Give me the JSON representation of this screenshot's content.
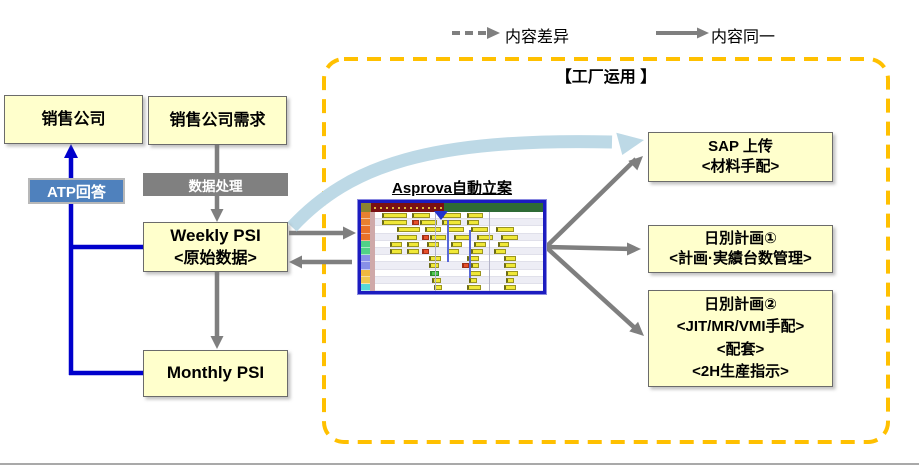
{
  "legend": {
    "dashed_label": "内容差异",
    "solid_label": "内容同一"
  },
  "factory_frame": {
    "title": "【工厂运用 】"
  },
  "left_flow": {
    "sales_company": "销售公司",
    "sales_demand": "销售公司需求",
    "atp_reply": "ATP回答",
    "data_processing": "数据处理",
    "weekly_psi": {
      "line1": "Weekly PSI",
      "line2": "<原始数据>"
    },
    "monthly_psi": "Monthly PSI"
  },
  "asprova": {
    "label": "Asprova自動立案",
    "gantt": {
      "header_stub_color": "#8a8530",
      "header_left_color": "#7a1013",
      "header_right_color": "#2e6b35",
      "label_colors": [
        "#e88030",
        "#e88030",
        "#e87028",
        "#e87028",
        "#50d288",
        "#50d288",
        "#8890e8",
        "#8890e8",
        "#f0b840",
        "#f0c850",
        "#58d8d8"
      ],
      "row_count": 11,
      "grid_x": [
        36,
        68
      ],
      "bars": [
        [
          0,
          4,
          15,
          "y"
        ],
        [
          0,
          22,
          11,
          "y"
        ],
        [
          0,
          40,
          11,
          "y"
        ],
        [
          0,
          55,
          9,
          "y"
        ],
        [
          1,
          4,
          15,
          "y"
        ],
        [
          1,
          22,
          4,
          "r"
        ],
        [
          1,
          27,
          10,
          "y"
        ],
        [
          1,
          40,
          11,
          "y"
        ],
        [
          1,
          55,
          7,
          "y"
        ],
        [
          2,
          13,
          14,
          "y"
        ],
        [
          2,
          30,
          9,
          "y"
        ],
        [
          2,
          43,
          10,
          "y"
        ],
        [
          2,
          57,
          10,
          "y"
        ],
        [
          2,
          72,
          11,
          "y"
        ],
        [
          3,
          13,
          12,
          "y"
        ],
        [
          3,
          28,
          4,
          "r"
        ],
        [
          3,
          33,
          9,
          "y"
        ],
        [
          3,
          47,
          10,
          "y"
        ],
        [
          3,
          61,
          9,
          "y"
        ],
        [
          3,
          75,
          10,
          "y"
        ],
        [
          4,
          9,
          7,
          "y"
        ],
        [
          4,
          19,
          7,
          "y"
        ],
        [
          4,
          31,
          7,
          "y"
        ],
        [
          4,
          45,
          7,
          "y"
        ],
        [
          4,
          59,
          7,
          "y"
        ],
        [
          4,
          73,
          7,
          "y"
        ],
        [
          5,
          9,
          7,
          "y"
        ],
        [
          5,
          19,
          7,
          "y"
        ],
        [
          5,
          28,
          4,
          "r"
        ],
        [
          5,
          43,
          7,
          "y"
        ],
        [
          5,
          57,
          7,
          "y"
        ],
        [
          5,
          71,
          7,
          "y"
        ],
        [
          6,
          32,
          7,
          "y"
        ],
        [
          6,
          55,
          7,
          "y"
        ],
        [
          6,
          77,
          7,
          "y"
        ],
        [
          7,
          32,
          6,
          "y"
        ],
        [
          7,
          52,
          4,
          "r"
        ],
        [
          7,
          57,
          5,
          "y"
        ],
        [
          7,
          77,
          7,
          "y"
        ],
        [
          8,
          33,
          5,
          "g"
        ],
        [
          8,
          56,
          7,
          "y"
        ],
        [
          8,
          78,
          7,
          "y"
        ],
        [
          9,
          34,
          5,
          "y"
        ],
        [
          9,
          56,
          5,
          "y"
        ],
        [
          9,
          78,
          5,
          "y"
        ],
        [
          10,
          35,
          5,
          "y"
        ],
        [
          10,
          55,
          8,
          "y"
        ],
        [
          10,
          77,
          7,
          "y"
        ]
      ]
    }
  },
  "right_flow": {
    "sap": {
      "line1": "SAP 上传",
      "line2": "<材料手配>"
    },
    "daily_plan1": {
      "line1": "日別計画①",
      "line2": "<計画·実績台数管理>"
    },
    "daily_plan2": {
      "line1": "日別計画②",
      "line2": "<JIT/MR/VMI手配>",
      "line3": "<配套>",
      "line4": "<2H生産指示>"
    }
  },
  "colors": {
    "box_fill": "#ffffcc",
    "box_border": "#6b6b6b",
    "frame_dash": "#ffc000",
    "flow_blue": "#0000cc",
    "flow_gray": "#7f7f7f",
    "atp_fill": "#4f81bd",
    "process_fill": "#808080",
    "curve_arrow": "#bdd9e6"
  }
}
